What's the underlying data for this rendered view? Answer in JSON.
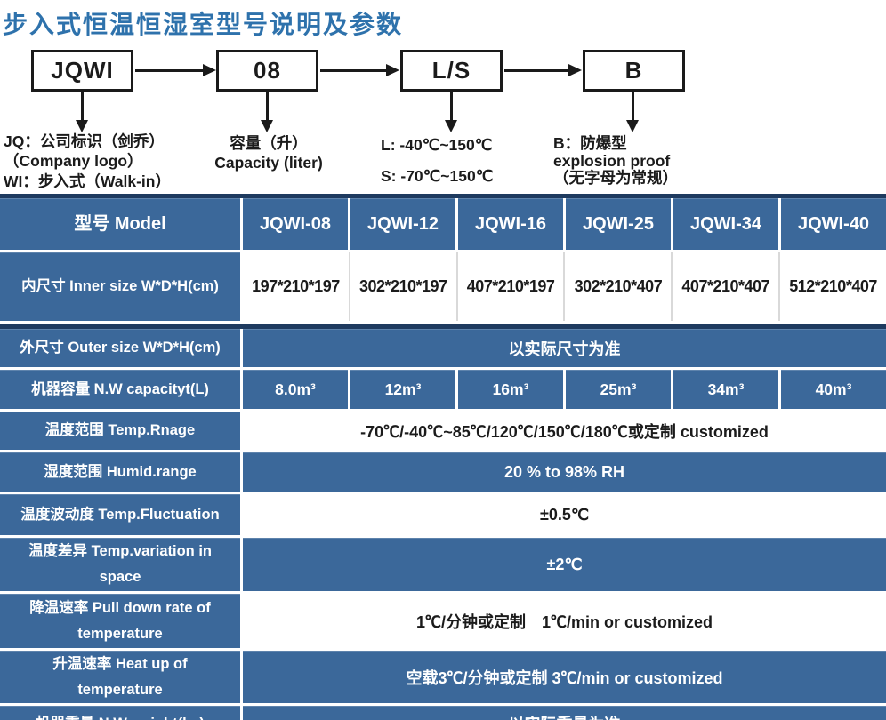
{
  "title": "步入式恒温恒湿室型号说明及参数",
  "colors": {
    "steel_blue": "#3b689a",
    "dark_navy": "#1e3a5f",
    "title_blue": "#2e72ac"
  },
  "flow": {
    "boxes": [
      {
        "label": "JQWI"
      },
      {
        "label": "08"
      },
      {
        "label": "L/S"
      },
      {
        "label": "B"
      }
    ],
    "notes": {
      "company": [
        "JQ：公司标识（剑乔）",
        "（Company logo）",
        "WI：步入式（Walk-in）"
      ],
      "capacity": [
        "容量（升）",
        "Capacity (liter)"
      ],
      "temp_letter": [
        "L: -40℃~150℃",
        "S: -70℃~150℃"
      ],
      "explosion": [
        "B：防爆型",
        "explosion proof",
        "（无字母为常规）"
      ]
    }
  },
  "table": {
    "header": {
      "label": "型号 Model",
      "models": [
        "JQWI-08",
        "JQWI-12",
        "JQWI-16",
        "JQWI-25",
        "JQWI-34",
        "JQWI-40"
      ]
    },
    "inner_size": {
      "label": "内尺寸 Inner size W*D*H(cm)",
      "values": [
        "197*210*197",
        "302*210*197",
        "407*210*197",
        "302*210*407",
        "407*210*407",
        "512*210*407"
      ]
    },
    "outer_size": {
      "label": "外尺寸 Outer size W*D*H(cm)",
      "value": "以实际尺寸为准"
    },
    "capacity": {
      "label": "机器容量 N.W capacityt(L)",
      "values": [
        "8.0m³",
        "12m³",
        "16m³",
        "25m³",
        "34m³",
        "40m³"
      ]
    },
    "temp_range": {
      "label": "温度范围 Temp.Rnage",
      "value": "-70℃/-40℃~85℃/120℃/150℃/180℃或定制 customized"
    },
    "humid_range": {
      "label": "湿度范围 Humid.range",
      "value": "20 % to 98% RH"
    },
    "temp_fluctuation": {
      "label": "温度波动度 Temp.Fluctuation",
      "value": "±0.5℃"
    },
    "temp_variation": {
      "label": "温度差异 Temp.variation in\nspace",
      "value": "±2℃"
    },
    "pull_down_rate": {
      "label": "降温速率 Pull down rate of\ntemperature",
      "value": "1℃/分钟或定制　1℃/min or customized"
    },
    "heat_up_rate": {
      "label": "升温速率 Heat up of\ntemperature",
      "value": "空载3℃/分钟或定制 3℃/min or customized"
    },
    "weight": {
      "label": "机器重量 N.W weight(kg)",
      "value": "以实际重量为准"
    }
  }
}
